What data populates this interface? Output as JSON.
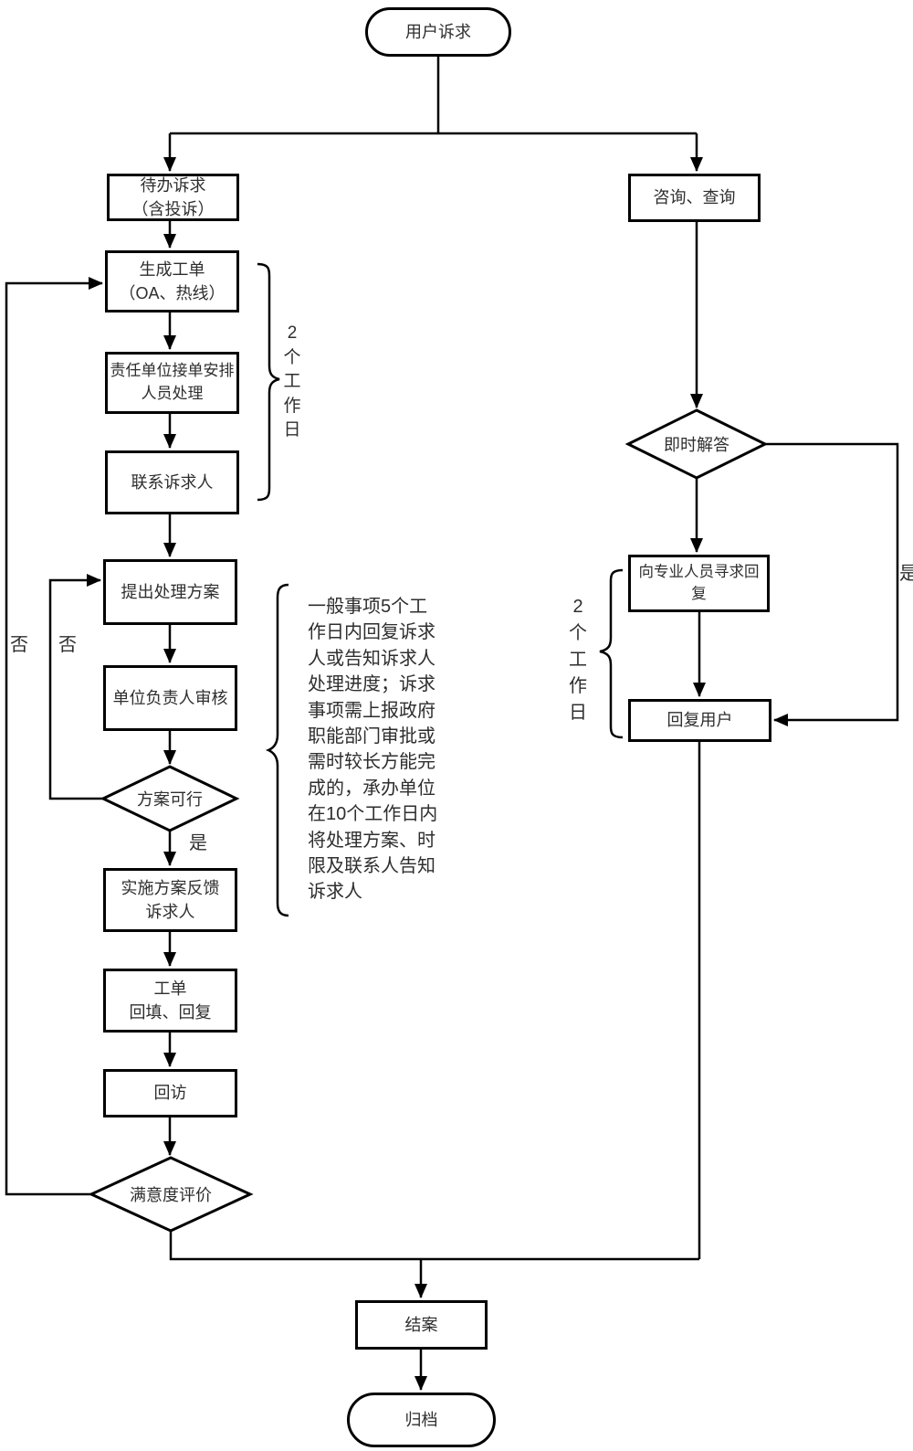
{
  "diagram": {
    "type": "flowchart",
    "colors": {
      "line": "#000000",
      "text": "#2e2e2e",
      "background": "#ffffff"
    },
    "nodes": {
      "start": {
        "shape": "terminator",
        "label": "用户诉求"
      },
      "pending": {
        "shape": "process",
        "label": "待办诉求\n（含投诉）"
      },
      "generate": {
        "shape": "process",
        "label": "生成工单\n（OA、热线）"
      },
      "assign": {
        "shape": "process",
        "label": "责任单位接单安排\n人员处理"
      },
      "contact": {
        "shape": "process",
        "label": "联系诉求人"
      },
      "propose": {
        "shape": "process",
        "label": "提出处理方案"
      },
      "review": {
        "shape": "process",
        "label": "单位负责人审核"
      },
      "feasible": {
        "shape": "decision",
        "label": "方案可行"
      },
      "implement": {
        "shape": "process",
        "label": "实施方案反馈\n诉求人"
      },
      "workorder": {
        "shape": "process",
        "label": "工单\n回填、回复"
      },
      "revisit": {
        "shape": "process",
        "label": "回访"
      },
      "satisfaction": {
        "shape": "decision",
        "label": "满意度评价"
      },
      "close": {
        "shape": "process",
        "label": "结案"
      },
      "archive": {
        "shape": "terminator",
        "label": "归档"
      },
      "consult": {
        "shape": "process",
        "label": "咨询、查询"
      },
      "instant": {
        "shape": "decision",
        "label": "即时解答"
      },
      "seek": {
        "shape": "process",
        "label": "向专业人员寻求回复"
      },
      "reply": {
        "shape": "process",
        "label": "回复用户"
      }
    },
    "edge_labels": {
      "feasible_yes": "是",
      "feasible_no": "否",
      "satisfaction_no": "否",
      "instant_yes": "是"
    },
    "annotations": {
      "duration_left": "2个工作日",
      "duration_right": "2个工作日",
      "sla_note": "一般事项5个工\n作日内回复诉求\n人或告知诉求人\n处理进度；诉求\n事项需上报政府\n职能部门审批或\n需时较长方能完\n成的，承办单位\n在10个工作日内\n将处理方案、时\n限及联系人告知\n诉求人"
    }
  }
}
